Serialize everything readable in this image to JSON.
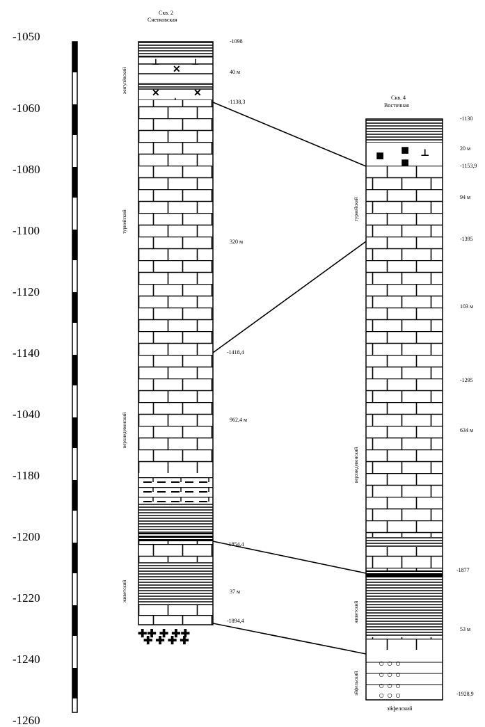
{
  "depth_scale": {
    "labels": [
      "-1050",
      "-1060",
      "-1080",
      "-1100",
      "-1120",
      "-1140",
      "-1040",
      "-1180",
      "-1200",
      "-1220",
      "-1240",
      "-1260"
    ]
  },
  "well_left": {
    "title_line1": "Скв. 2",
    "title_line2": "Снетковская",
    "values": [
      "-1098",
      "40 м",
      "-1138,3",
      "320 м",
      "-1418,4",
      "962,4 м",
      "-1854,4",
      "37 м",
      "-1894,4"
    ],
    "formations": [
      "жигулёвский",
      "турнейский",
      "верхнедевонский",
      "живетский"
    ]
  },
  "well_right": {
    "title_line1": "Скв. 4",
    "title_line2": "Восточная",
    "values": [
      "-1130",
      "20 м",
      "-1153,9",
      "94 м",
      "-1395",
      "103 м",
      "-1295",
      "634 м",
      "-1877",
      "53 м",
      "-1928,9"
    ],
    "formations": [
      "турнейский",
      "верхнедевонский",
      "живетский",
      "эйфельский"
    ],
    "bottom_label": "эйфелский"
  }
}
